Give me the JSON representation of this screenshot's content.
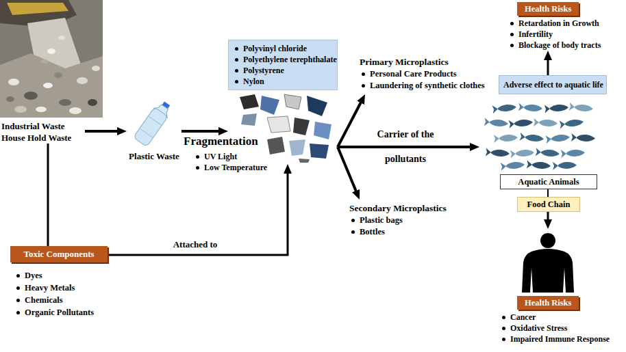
{
  "diagram": {
    "nodes": [
      {
        "text": [
          "Industrial Waste",
          "House Hold Waste"
        ]
      },
      {
        "text": [
          "Plastic Waste"
        ]
      },
      {
        "text": [
          "Polyvinyl chloride",
          "Polyethylene terephthalate",
          "Polystyrene",
          "Nylon"
        ]
      },
      {
        "text": [
          "Primary Microplastics",
          "Personal Care Products",
          "Laundering of synthetic clothes"
        ]
      },
      {
        "text": [
          "Secondary Microplastics",
          "Plastic bags",
          "Bottles"
        ]
      },
      {
        "text": [
          "Health Risks",
          "Retardation in Growth",
          "Infertility",
          "Blockage of body tracts"
        ]
      },
      {
        "text": [
          "Adverse effect to aquatic life"
        ]
      },
      {
        "text": [
          "Aquatic Animals"
        ]
      },
      {
        "text": [
          "Food Chain"
        ]
      },
      {
        "text": [
          "Health Risks",
          "Cancer",
          "Oxidative Stress",
          "Impaired Immune Response"
        ]
      },
      {
        "text": [
          "Toxic Components",
          "Dyes",
          "Heavy Metals",
          "Chemicals",
          "Organic Pollutants"
        ]
      }
    ],
    "edges": [
      {
        "from": 0,
        "to": 1,
        "arrow": "to"
      },
      {
        "from": 1,
        "to": 2,
        "arrow": "to"
      },
      {
        "from": 2,
        "to": 3,
        "arrow": "to"
      },
      {
        "from": 2,
        "to": 4,
        "arrow": "to"
      },
      {
        "from": 2,
        "to": 7,
        "label": "Carrier of the pollutants",
        "arrow": "to"
      },
      {
        "from": 6,
        "to": 5,
        "arrow": "to"
      },
      {
        "from": 7,
        "to": 8,
        "arrow": "none"
      },
      {
        "from": 8,
        "to": 9,
        "arrow": "to"
      },
      {
        "from": 0,
        "to": 10,
        "arrow": "none"
      },
      {
        "from": 10,
        "to": 2,
        "label": "Attached to",
        "arrow": "to"
      }
    ],
    "labels": [
      "Fragmentation",
      "UV Light",
      "Low Temperature"
    ]
  }
}
